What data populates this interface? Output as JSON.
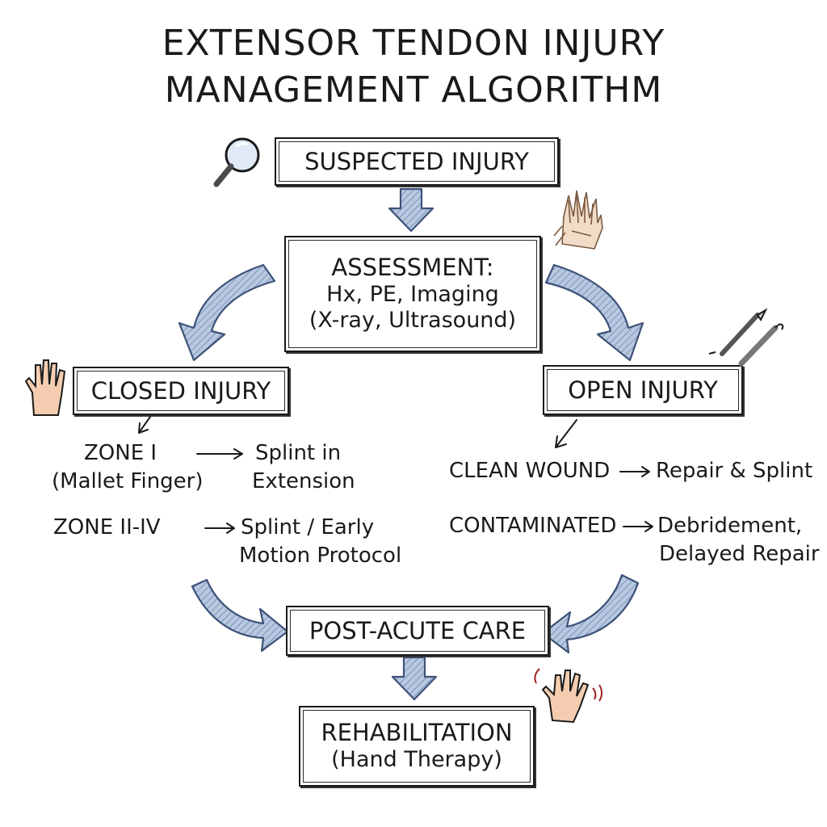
{
  "title": {
    "line1": "EXTENSOR TENDON INJURY",
    "line2": "MANAGEMENT ALGORITHM"
  },
  "nodes": {
    "suspected": "SUSPECTED INJURY",
    "assessment": {
      "line1": "ASSESSMENT:",
      "line2": "Hx, PE, Imaging",
      "line3": "(X-ray, Ultrasound)"
    },
    "closed": "CLOSED INJURY",
    "open": "OPEN INJURY",
    "post_acute": "POST-ACUTE CARE",
    "rehab": {
      "line1": "REHABILITATION",
      "line2": "(Hand Therapy)"
    }
  },
  "closed_branch": {
    "zone1": {
      "zone": "ZONE I",
      "zone_note": "(Mallet Finger)",
      "treatment_line1": "Splint in",
      "treatment_line2": "Extension"
    },
    "zone2": {
      "zone": "ZONE II-IV",
      "treatment_line1": "Splint / Early",
      "treatment_line2": "Motion Protocol"
    }
  },
  "open_branch": {
    "clean": {
      "condition": "CLEAN WOUND",
      "treatment": "Repair & Splint"
    },
    "contaminated": {
      "condition": "CONTAMINATED",
      "treatment_line1": "Debridement,",
      "treatment_line2": "Delayed Repair"
    }
  },
  "icons": {
    "magnifier": "magnifying-glass-icon",
    "hand_xray": "hand-xray-icon",
    "hand_open": "open-hand-icon",
    "surgical_tools": "scalpel-icon",
    "hand_wave": "waving-hand-icon"
  },
  "colors": {
    "arrow_fill": "#9fb3d1",
    "arrow_stroke": "#3d5278",
    "skin": "#f4cdb0",
    "ink": "#1a1a1a"
  }
}
